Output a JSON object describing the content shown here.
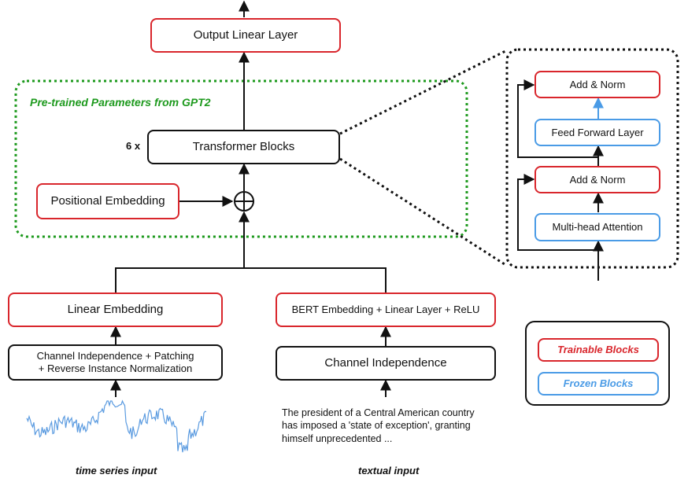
{
  "blocks": {
    "output": "Output Linear Layer",
    "pretrained_title": "Pre-trained Parameters from GPT2",
    "repeat": "6 x",
    "transformer": "Transformer Blocks",
    "positional": "Positional Embedding",
    "linear_embedding": "Linear Embedding",
    "ts_preprocess": "Channel Independence + Patching\n+ Reverse Instance Normalization",
    "bert_embedding": "BERT Embedding + Linear Layer + ReLU",
    "text_preprocess": "Channel Independence"
  },
  "transformer_detail": {
    "add_norm_top": "Add & Norm",
    "feed_forward": "Feed Forward Layer",
    "add_norm_bottom": "Add & Norm",
    "attention": "Multi-head Attention"
  },
  "legend": {
    "trainable": "Trainable Blocks",
    "frozen": "Frozen Blocks"
  },
  "inputs": {
    "time_series_label": "time series input",
    "text_sample": "The president of a Central American country\nhas imposed a 'state of exception', granting\nhimself unprecedented ...",
    "text_label": "textual input"
  },
  "colors": {
    "trainable": "#d9262c",
    "frozen": "#4a9be6",
    "pretrained": "#1e9a1e",
    "series": "#5b9be0"
  }
}
